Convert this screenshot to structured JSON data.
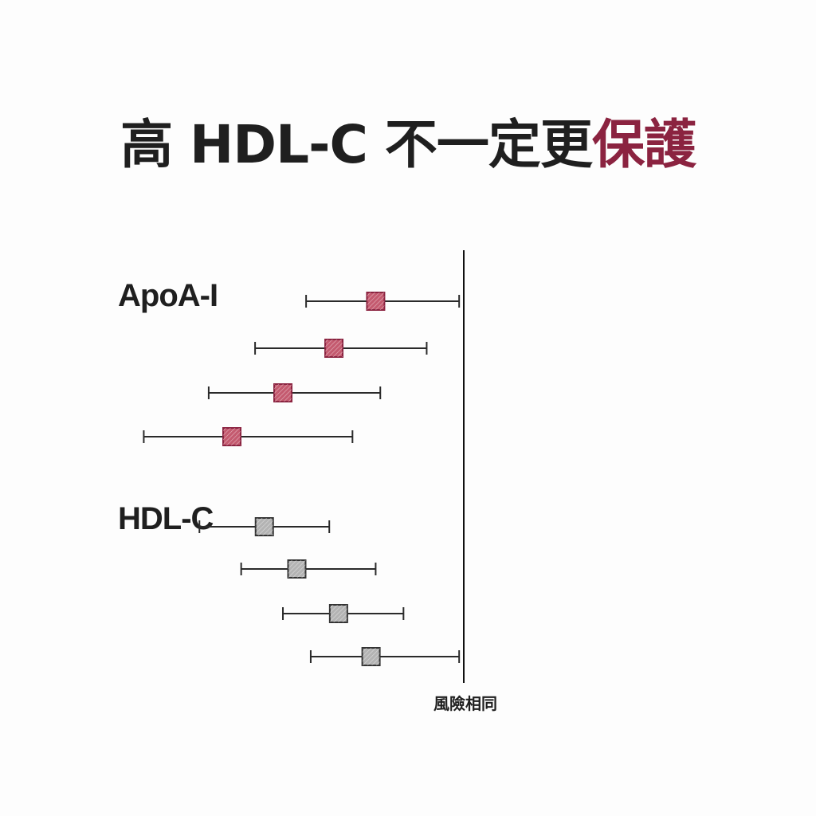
{
  "title": {
    "main": "高 HDL-C 不一定更",
    "accent": "保護"
  },
  "colors": {
    "accent": "#8b2340",
    "accent_fill": "#c45a6f",
    "neutral_fill": "#b3b3b3",
    "ink": "#1f1f1f"
  },
  "chart_data": {
    "type": "forest",
    "title": "高 HDL-C 不一定更保護",
    "reference_label": "風險相同",
    "xlim": [
      0,
      1
    ],
    "reference_value": 1.0,
    "groups": [
      {
        "name": "ApoA-I",
        "color": "#8b2340",
        "rows": [
          {
            "estimate": 0.81,
            "ci": [
              0.66,
              0.99
            ]
          },
          {
            "estimate": 0.72,
            "ci": [
              0.55,
              0.92
            ]
          },
          {
            "estimate": 0.61,
            "ci": [
              0.45,
              0.82
            ]
          },
          {
            "estimate": 0.5,
            "ci": [
              0.31,
              0.76
            ]
          }
        ]
      },
      {
        "name": "HDL-C",
        "color": "#333333",
        "rows": [
          {
            "estimate": 0.57,
            "ci": [
              0.43,
              0.71
            ]
          },
          {
            "estimate": 0.64,
            "ci": [
              0.52,
              0.81
            ]
          },
          {
            "estimate": 0.73,
            "ci": [
              0.61,
              0.87
            ]
          },
          {
            "estimate": 0.8,
            "ci": [
              0.67,
              0.99
            ]
          }
        ]
      }
    ]
  }
}
